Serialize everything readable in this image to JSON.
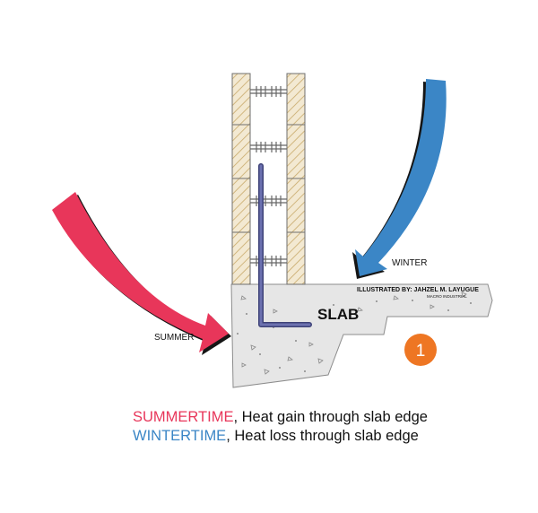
{
  "labels": {
    "slab": "SLAB",
    "summer": "SUMMER",
    "winter": "WINTER",
    "illustrated_by": "ILLUSTRATED BY: JAHZEL M. LAYUGUE",
    "company": "MACRO INDUSTRIAL",
    "step_number": "1"
  },
  "legend": [
    {
      "season": "SUMMERTIME",
      "description": ", Heat gain through slab edge"
    },
    {
      "season": "WINTERTIME",
      "description": ", Heat loss through slab edge"
    }
  ],
  "colors": {
    "summer_arrow": "#e8365a",
    "winter_arrow": "#3b86c6",
    "badge": "#ee7623",
    "rebar": "#5a5f9c",
    "wall_hatch": "#c8a96a",
    "concrete": "#e6e6e6"
  }
}
